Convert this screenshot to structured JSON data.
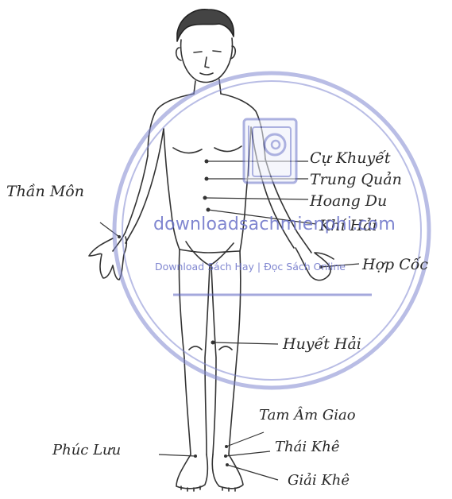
{
  "labels": {
    "cu_khuyet": "Cự Khuyết",
    "trung_quan": "Trung Quản",
    "hoang_du": "Hoang Du",
    "khi_hai": "Khí Hải",
    "hop_coc": "Hợp Cốc",
    "than_mon": "Thần Môn",
    "huyet_hai": "Huyết Hải",
    "tam_am_giao": "Tam Âm Giao",
    "thai_khe": "Thái Khê",
    "phuc_luu": "Phúc Lưu",
    "giai_khe": "Giải Khê"
  },
  "watermark": {
    "site": "downloadsachmienphi.com",
    "tagline": "Download Sách Hay | Đọc Sách Online",
    "icon": "book-at-icon",
    "color": "#6a72c8"
  }
}
